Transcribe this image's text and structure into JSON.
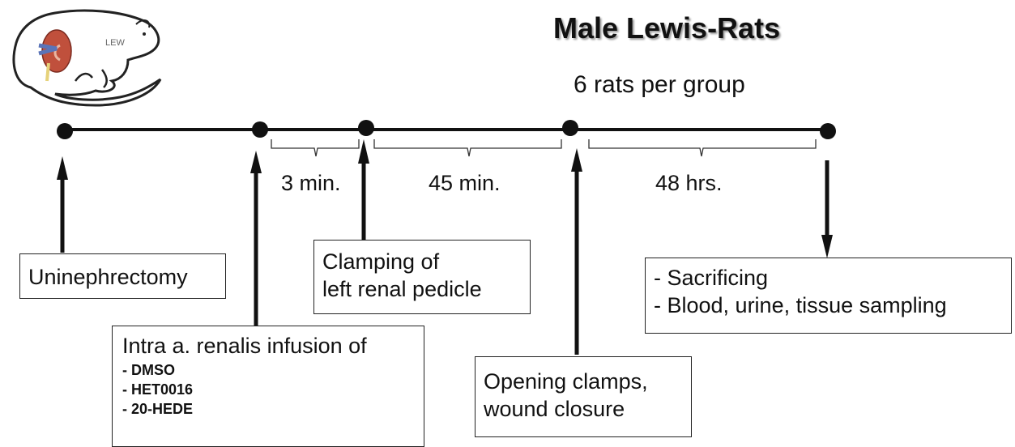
{
  "title": "Male Lewis-Rats",
  "subtitle": "6 rats per group",
  "rat_label": "LEW",
  "durations": [
    "3 min.",
    "45 min.",
    "48 hrs."
  ],
  "events": {
    "uninephrectomy": "Uninephrectomy",
    "infusion": {
      "heading": "Intra a. renalis infusion of",
      "items": [
        "- DMSO",
        "- HET0016",
        "- 20-HEDE"
      ]
    },
    "clamping": [
      "Clamping of",
      "left renal pedicle"
    ],
    "opening": [
      "Opening clamps,",
      "wound closure"
    ],
    "sacrifice": [
      "- Sacrificing",
      "- Blood, urine, tissue sampling"
    ]
  }
}
